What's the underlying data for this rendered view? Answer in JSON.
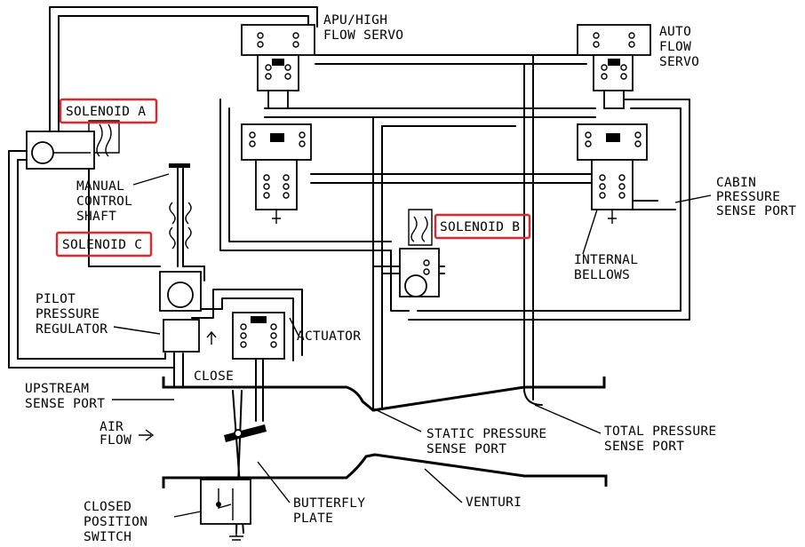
{
  "colors": {
    "line": "#000000",
    "highlight": "#e3262b",
    "background": "#ffffff"
  },
  "labels": {
    "apu_servo": [
      "APU/HIGH",
      "FLOW SERVO"
    ],
    "auto_servo": [
      "AUTO",
      "FLOW",
      "SERVO"
    ],
    "solenoid_a": "SOLENOID A",
    "solenoid_b": "SOLENOID B",
    "solenoid_c": "SOLENOID C",
    "manual_shaft": [
      "MANUAL",
      "CONTROL",
      "SHAFT"
    ],
    "pilot_regulator": [
      "PILOT",
      "PRESSURE",
      "REGULATOR"
    ],
    "actuator": "ACTUATOR",
    "close": "CLOSE",
    "upstream_port": [
      "UPSTREAM",
      "SENSE PORT"
    ],
    "air_flow": [
      "AIR",
      "FLOW"
    ],
    "cabin_port": [
      "CABIN",
      "PRESSURE",
      "SENSE PORT"
    ],
    "internal_bellows": [
      "INTERNAL",
      "BELLOWS"
    ],
    "static_port": [
      "STATIC PRESSURE",
      "SENSE PORT"
    ],
    "total_port": [
      "TOTAL PRESSURE",
      "SENSE PORT"
    ],
    "butterfly_plate": [
      "BUTTERFLY",
      "PLATE"
    ],
    "venturi": "VENTURI",
    "closed_switch": [
      "CLOSED",
      "POSITION",
      "SWITCH"
    ]
  }
}
